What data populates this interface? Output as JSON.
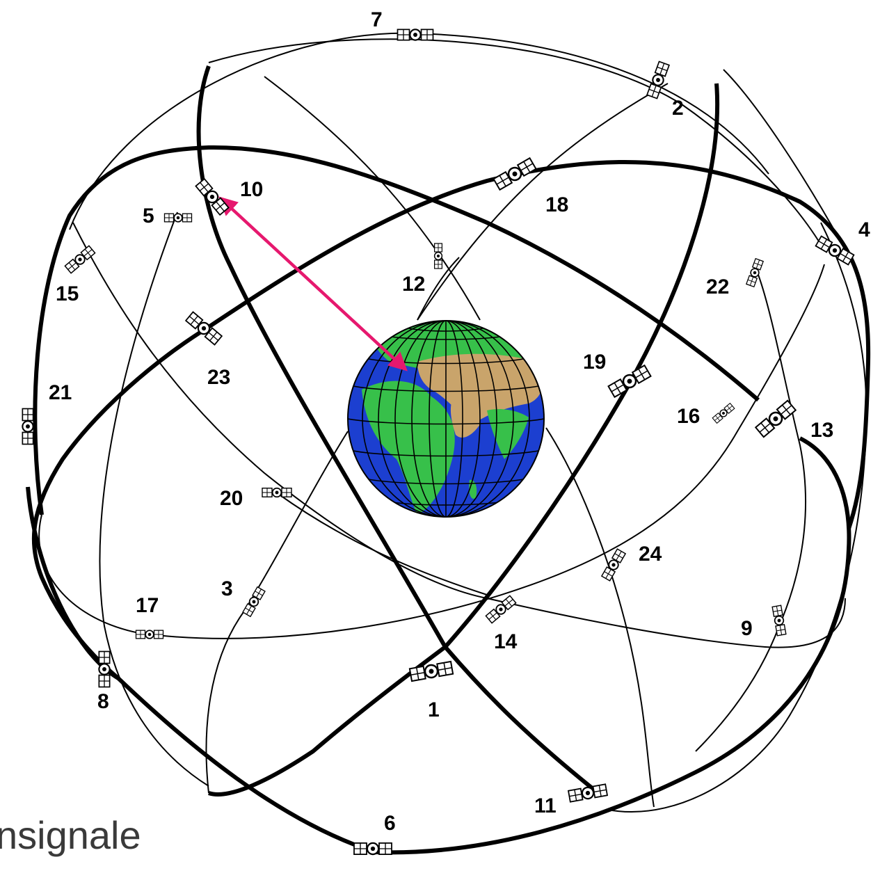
{
  "caption": "nsignale",
  "colors": {
    "orbit": "#000000",
    "arrow": "#e6186e",
    "ocean": "#1c3fd0",
    "land": "#37c04a",
    "desert": "#c9a46b"
  },
  "satellites": [
    {
      "id": "sat-1",
      "label": "1"
    },
    {
      "id": "sat-2",
      "label": "2"
    },
    {
      "id": "sat-3",
      "label": "3"
    },
    {
      "id": "sat-4",
      "label": "4"
    },
    {
      "id": "sat-5",
      "label": "5"
    },
    {
      "id": "sat-6",
      "label": "6"
    },
    {
      "id": "sat-7",
      "label": "7"
    },
    {
      "id": "sat-8",
      "label": "8"
    },
    {
      "id": "sat-9",
      "label": "9"
    },
    {
      "id": "sat-10",
      "label": "10"
    },
    {
      "id": "sat-11",
      "label": "11"
    },
    {
      "id": "sat-12",
      "label": "12"
    },
    {
      "id": "sat-13",
      "label": "13"
    },
    {
      "id": "sat-14",
      "label": "14"
    },
    {
      "id": "sat-15",
      "label": "15"
    },
    {
      "id": "sat-16",
      "label": "16"
    },
    {
      "id": "sat-17",
      "label": "17"
    },
    {
      "id": "sat-18",
      "label": "18"
    },
    {
      "id": "sat-19",
      "label": "19"
    },
    {
      "id": "sat-20",
      "label": "20"
    },
    {
      "id": "sat-21",
      "label": "21"
    },
    {
      "id": "sat-22",
      "label": "22"
    },
    {
      "id": "sat-23",
      "label": "23"
    },
    {
      "id": "sat-24",
      "label": "24"
    }
  ]
}
